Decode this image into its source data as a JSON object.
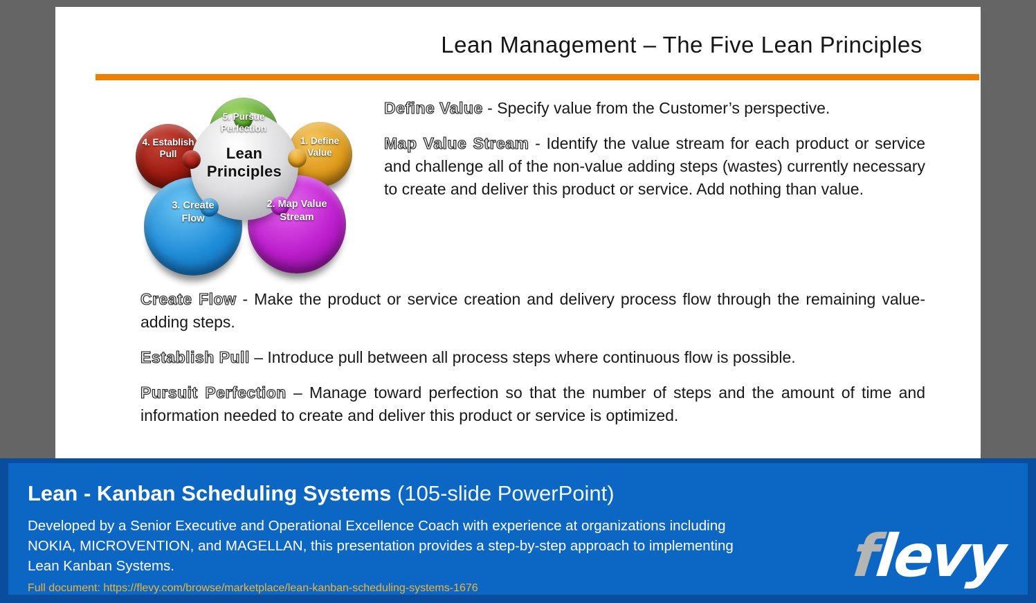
{
  "slide": {
    "title": "Lean Management – The Five Lean Principles",
    "rule_color": "#ee7f00",
    "paragraphs": [
      {
        "term": "Define Value",
        "sep": " - ",
        "text": "Specify value from the Customer’s perspective."
      },
      {
        "term": "Map Value Stream",
        "sep": " - ",
        "text": "Identify the value stream for each product or service and challenge all of the non-value adding steps (wastes) currently necessary to create and deliver this product or service. Add nothing than value."
      },
      {
        "term": "Create Flow",
        "sep": " - ",
        "text": "Make the product or service creation and delivery process flow through the remaining value-adding steps."
      },
      {
        "term": "Establish Pull",
        "sep": " – ",
        "text": "Introduce pull between all process steps where continuous flow is possible."
      },
      {
        "term": "Pursuit Perfection",
        "sep": " – ",
        "text": "Manage toward perfection so that the number of steps and the amount of time and information needed to create and deliver this product or service is optimized."
      }
    ],
    "diagram": {
      "center": {
        "line1": "Lean",
        "line2": "Principles",
        "color": "#d8d8da"
      },
      "pieces": [
        {
          "line1": "5. Pursue",
          "line2": "Perfection",
          "color": "#4f9c27"
        },
        {
          "line1": "1. Define",
          "line2": "Value",
          "color": "#dd9a1a"
        },
        {
          "line1": "2. Map Value",
          "line2": "Stream",
          "color": "#bc1ecc"
        },
        {
          "line1": "3. Create",
          "line2": "Flow",
          "color": "#1f8cd8"
        },
        {
          "line1": "4. Establish",
          "line2": "Pull",
          "color": "#9c1a10"
        }
      ]
    }
  },
  "banner": {
    "title_bold": "Lean - Kanban Scheduling Systems",
    "title_rest": " (105-slide PowerPoint)",
    "description": "Developed by a Senior Executive and Operational Excellence Coach with experience at organizations including NOKIA, MICROVENTION, and MAGELLAN, this presentation provides a step-by-step approach to implementing Lean Kanban Systems.",
    "link_text": "Full document: https://flevy.com/browse/marketplace/lean-kanban-scheduling-systems-1676",
    "colors": {
      "outer_blue": "#094d9e",
      "inner_blue": "#0c67c4",
      "link_gold": "#edb53c"
    },
    "logo": {
      "f": "f",
      "rest": "levy"
    }
  }
}
